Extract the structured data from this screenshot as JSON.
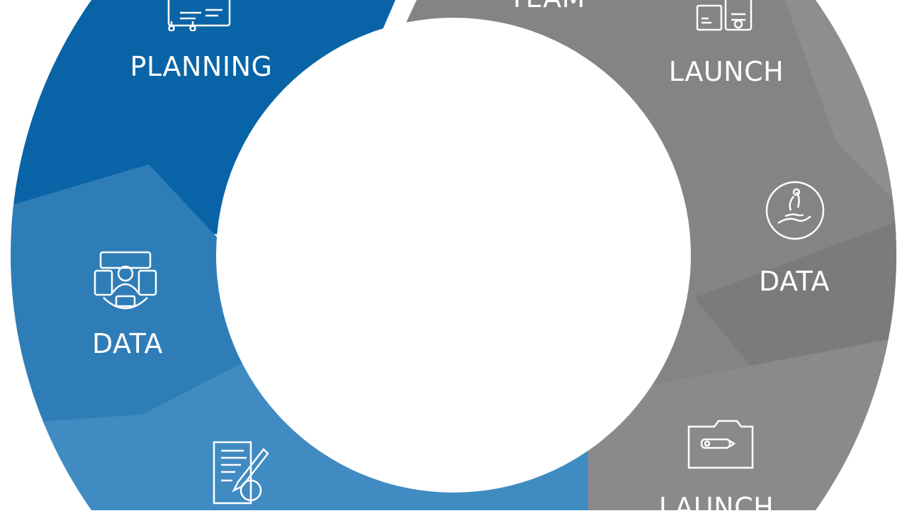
{
  "diagram": {
    "colors": {
      "blue_dark": "#0864a6",
      "blue_mid": "#2f7db7",
      "blue_light": "#3f8bc2",
      "gray": "#848484",
      "gray_dark": "#7a7a7a",
      "gray_light": "#8c8c8c",
      "center": "#ffffff"
    },
    "segments": [
      {
        "label": "PLANNING",
        "icon": "circuit-document-icon"
      },
      {
        "label": "TEAM",
        "icon": "team-icon"
      },
      {
        "label": "LAUNCH",
        "icon": "devices-icon"
      },
      {
        "label": "DATA",
        "icon": "hand-coin-icon"
      },
      {
        "label": "LAUNCH",
        "icon": "folder-key-icon"
      },
      {
        "label": "DATA",
        "icon": "network-people-icon"
      },
      {
        "label": "",
        "icon": "document-pen-icon"
      }
    ]
  }
}
